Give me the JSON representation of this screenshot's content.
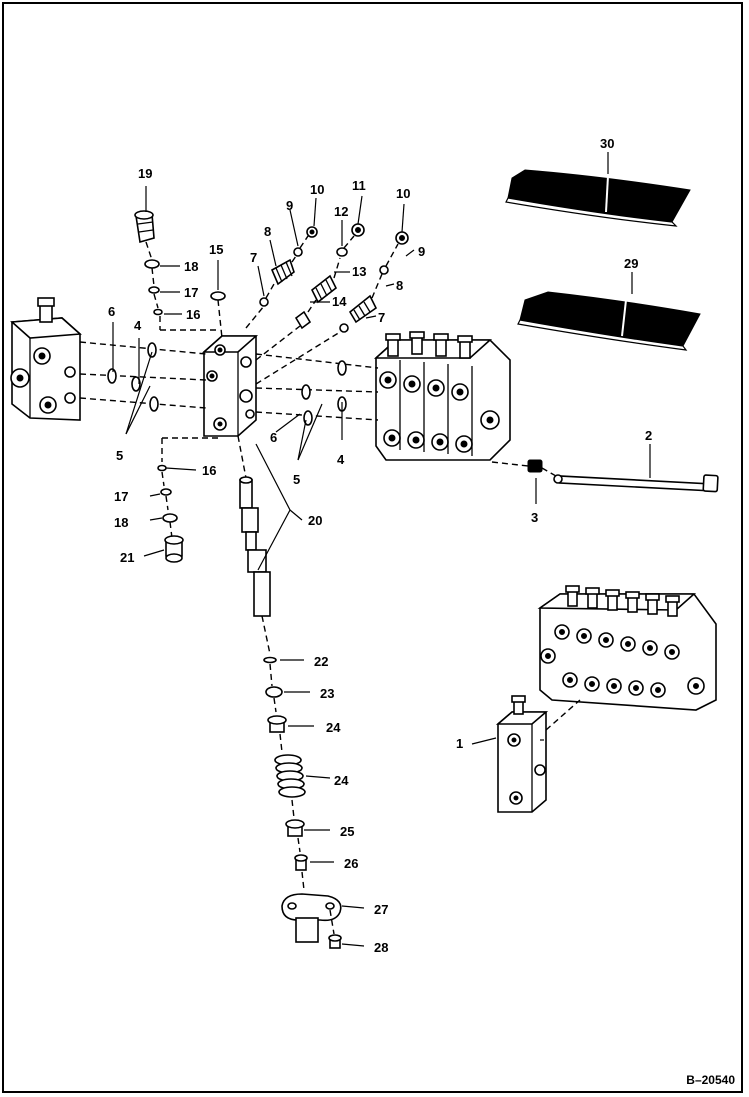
{
  "figure_id": "B–20540",
  "callouts": [
    {
      "id": "c1",
      "text": "1"
    },
    {
      "id": "c2",
      "text": "2"
    },
    {
      "id": "c3",
      "text": "3"
    },
    {
      "id": "c4a",
      "text": "4"
    },
    {
      "id": "c4b",
      "text": "4"
    },
    {
      "id": "c5a",
      "text": "5"
    },
    {
      "id": "c5b",
      "text": "5"
    },
    {
      "id": "c6a",
      "text": "6"
    },
    {
      "id": "c6b",
      "text": "6"
    },
    {
      "id": "c7a",
      "text": "7"
    },
    {
      "id": "c7b",
      "text": "7"
    },
    {
      "id": "c8a",
      "text": "8"
    },
    {
      "id": "c8b",
      "text": "8"
    },
    {
      "id": "c9a",
      "text": "9"
    },
    {
      "id": "c9b",
      "text": "9"
    },
    {
      "id": "c10a",
      "text": "10"
    },
    {
      "id": "c10b",
      "text": "10"
    },
    {
      "id": "c11",
      "text": "11"
    },
    {
      "id": "c12",
      "text": "12"
    },
    {
      "id": "c13",
      "text": "13"
    },
    {
      "id": "c14",
      "text": "14"
    },
    {
      "id": "c15",
      "text": "15"
    },
    {
      "id": "c16a",
      "text": "16"
    },
    {
      "id": "c16b",
      "text": "16"
    },
    {
      "id": "c17a",
      "text": "17"
    },
    {
      "id": "c17b",
      "text": "17"
    },
    {
      "id": "c18a",
      "text": "18"
    },
    {
      "id": "c18b",
      "text": "18"
    },
    {
      "id": "c19",
      "text": "19"
    },
    {
      "id": "c20",
      "text": "20"
    },
    {
      "id": "c21",
      "text": "21"
    },
    {
      "id": "c22",
      "text": "22"
    },
    {
      "id": "c23",
      "text": "23"
    },
    {
      "id": "c24a",
      "text": "24"
    },
    {
      "id": "c24b",
      "text": "24"
    },
    {
      "id": "c25",
      "text": "25"
    },
    {
      "id": "c26",
      "text": "26"
    },
    {
      "id": "c27",
      "text": "27"
    },
    {
      "id": "c28",
      "text": "28"
    },
    {
      "id": "c29",
      "text": "29"
    },
    {
      "id": "c30",
      "text": "30"
    }
  ]
}
